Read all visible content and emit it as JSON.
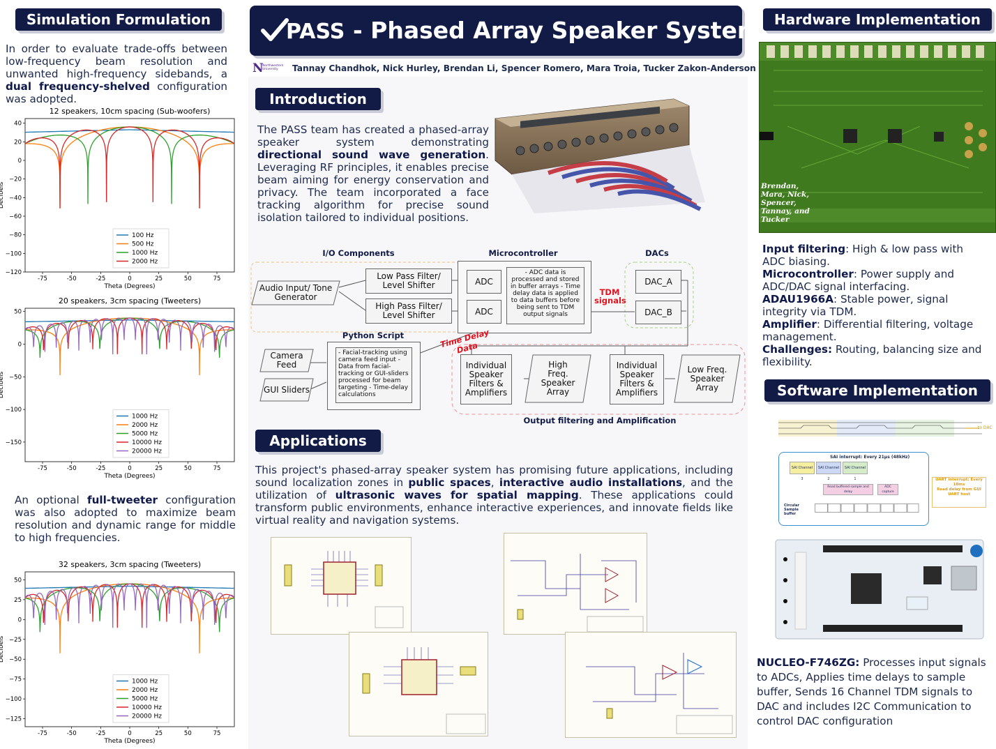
{
  "header": {
    "logo_text": "PASS",
    "title": "- Phased Array Speaker System",
    "university_logo_text": "Northwestern University",
    "authors": "Tannay Chandhok, Nick Hurley, Brendan Li, Spencer Romero, Mara Troia, Tucker Zakon-Anderson"
  },
  "sections": {
    "simulation": "Simulation Formulation",
    "introduction": "Introduction",
    "applications": "Applications",
    "hardware": "Hardware Implementation",
    "software": "Software Implementation"
  },
  "simulation": {
    "para1_a": "In order to evaluate trade-offs between low-frequency beam resolution and unwanted high-frequency sidebands, a ",
    "para1_bold": "dual frequency-shelved",
    "para1_b": " configuration was adopted.",
    "para2_a": "An optional ",
    "para2_bold": "full-tweeter",
    "para2_b": " configuration was also adopted to maximize beam resolution and dynamic range for middle to high frequencies."
  },
  "chart_data": [
    {
      "type": "line",
      "title": "12 speakers, 10cm spacing (Sub-woofers)",
      "xlabel": "Theta (Degrees)",
      "ylabel": "Decibels",
      "xlim": [
        -90,
        90
      ],
      "ylim": [
        -120,
        45
      ],
      "xticks": [
        -75,
        -50,
        -25,
        0,
        25,
        50,
        75
      ],
      "yticks": [
        40,
        20,
        0,
        -20,
        -40,
        -60,
        -80,
        -100,
        -120
      ],
      "legend_position": "lower-center",
      "series": [
        {
          "name": "100 Hz",
          "color": "#1f77b4",
          "lobes": 0
        },
        {
          "name": "500 Hz",
          "color": "#ff7f0e",
          "lobes": 1
        },
        {
          "name": "1000 Hz",
          "color": "#2ca02c",
          "lobes": 2
        },
        {
          "name": "2000 Hz",
          "color": "#d62728",
          "lobes": 4
        }
      ]
    },
    {
      "type": "line",
      "title": "20 speakers, 3cm spacing (Tweeters)",
      "xlabel": "Theta (Degrees)",
      "ylabel": "Decibels",
      "xlim": [
        -90,
        90
      ],
      "ylim": [
        -180,
        55
      ],
      "xticks": [
        -75,
        -50,
        -25,
        0,
        25,
        50,
        75
      ],
      "yticks": [
        50,
        0,
        -50,
        -100,
        -150
      ],
      "legend_position": "lower-center",
      "series": [
        {
          "name": "1000 Hz",
          "color": "#1f77b4",
          "lobes": 0
        },
        {
          "name": "2000 Hz",
          "color": "#ff7f0e",
          "lobes": 1
        },
        {
          "name": "5000 Hz",
          "color": "#2ca02c",
          "lobes": 3
        },
        {
          "name": "10000 Hz",
          "color": "#d62728",
          "lobes": 8
        },
        {
          "name": "20000 Hz",
          "color": "#9467bd",
          "lobes": 18
        }
      ]
    },
    {
      "type": "line",
      "title": "32 speakers, 3cm spacing (Tweeters)",
      "xlabel": "Theta (Degrees)",
      "ylabel": "Decibels",
      "xlim": [
        -90,
        90
      ],
      "ylim": [
        -135,
        60
      ],
      "xticks": [
        -75,
        -50,
        -25,
        0,
        25,
        50,
        75
      ],
      "yticks": [
        50,
        25,
        0,
        -25,
        -50,
        -75,
        -100,
        -125
      ],
      "legend_position": "lower-center",
      "series": [
        {
          "name": "1000 Hz",
          "color": "#1f77b4",
          "lobes": 0
        },
        {
          "name": "2000 Hz",
          "color": "#ff7f0e",
          "lobes": 1
        },
        {
          "name": "5000 Hz",
          "color": "#2ca02c",
          "lobes": 3
        },
        {
          "name": "10000 Hz",
          "color": "#d62728",
          "lobes": 8
        },
        {
          "name": "20000 Hz",
          "color": "#9467bd",
          "lobes": 18
        }
      ]
    }
  ],
  "introduction": {
    "text_a": "The PASS team has created a phased-array speaker system demonstrating ",
    "text_bold": "directional sound wave generation",
    "text_b": ". Leveraging RF principles, it enables precise beam aiming for energy conservation and privacy. The team incorporated a face tracking algorithm for precise sound isolation tailored to individual positions."
  },
  "diagram": {
    "group_io": "I/O Components",
    "group_mcu": "Microcontroller",
    "group_dacs": "DACs",
    "group_python": "Python Script",
    "group_output": "Output filtering and Amplification",
    "audio_input": "Audio Input/ Tone Generator",
    "low_pass": "Low Pass Filter/ Level Shifter",
    "high_pass": "High Pass Filter/ Level Shifter",
    "adc1": "ADC",
    "adc2": "ADC",
    "adc_note": "- ADC data is processed and stored in buffer arrays - Time delay data is applied to data buffers before being sent to TDM output signals",
    "tdm": "TDM signals",
    "dac_a": "DAC_A",
    "dac_b": "DAC_B",
    "time_delay": "Time Delay Data",
    "camera": "Camera Feed",
    "gui": "GUI Sliders",
    "python_note": "- Facial-tracking using camera feed input - Data from facial-tracking or GUI-sliders processed for beam targeting - Time-delay calculations",
    "filt1": "Individual Speaker Filters & Amplifiers",
    "high_array": "High Freq. Speaker Array",
    "filt2": "Individual Speaker Filters & Amplifiers",
    "low_array": "Low Freq. Speaker Array"
  },
  "applications": {
    "text_a": "This project's phased-array speaker system has promising future applications, including sound localization zones in ",
    "bold1": "public spaces",
    "text_b": ", ",
    "bold2": "interactive audio installations",
    "text_c": ", and the utilization of ",
    "bold3": "ultrasonic waves for spatial mapping",
    "text_d": ". These applications could transform public environments, enhance interactive experiences, and innovate fields like virtual reality and navigation systems."
  },
  "hardware": {
    "pcb_signature": "Brendan, Mara, Nick, Spencer, Tannay, and Tucker",
    "items": [
      {
        "label": "Input filtering",
        "text": ": High &  low pass with ADC biasing."
      },
      {
        "label": "Microcontroller",
        "text": ": Power supply and ADC/DAC signal interfacing."
      },
      {
        "label": "ADAU1966A",
        "text": ": Stable power, signal integrity via TDM."
      },
      {
        "label": "Amplifier",
        "text": ": Differential filtering, voltage management."
      },
      {
        "label": "Challenges:",
        "text": " Routing, balancing size and flexibility."
      }
    ]
  },
  "software": {
    "sai_interrupt": "SAI interrupt: Every 21μs (48kHz)",
    "sai1": "SAI Channel 3",
    "sai2": "SAI Channel 2",
    "sai3": "SAI Channel 1",
    "read_buf": "Read buffered sample and delay",
    "adc_cap": "ADC capture",
    "circular": "Circular Sample buffer",
    "uart": "UART interrupt: Every 10ms",
    "uart2": "Read delay from GUI UART host",
    "to_dac": "to DAC",
    "board_label": "NUCLEO-F746ZG:",
    "board_text": " Processes input signals to ADCs, Applies time delays to sample buffer, Sends 16 Channel TDM signals to DAC and includes I2C Communication to control DAC configuration"
  },
  "colors": {
    "navy": "#121b45",
    "accent_red": "#e0141e",
    "pcb_green": "#3f7a1f"
  }
}
